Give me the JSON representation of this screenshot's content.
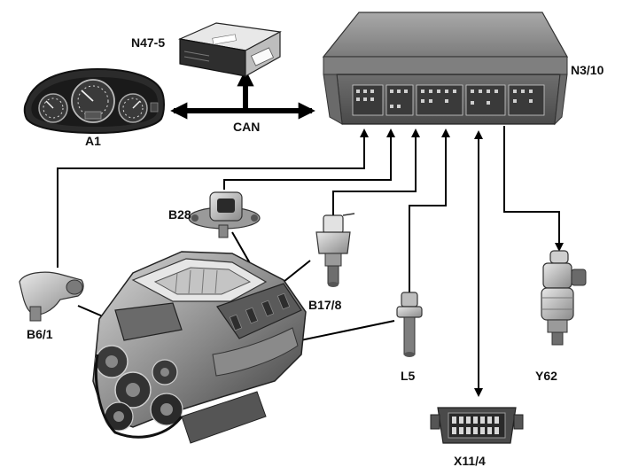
{
  "labels": {
    "a1": "A1",
    "n47_5": "N47-5",
    "n3_10": "N3/10",
    "can": "CAN",
    "b28": "B28",
    "b17_8": "B17/8",
    "b6_1": "B6/1",
    "l5": "L5",
    "y62": "Y62",
    "x11_4": "X11/4"
  },
  "icons": {
    "a1": "instrument-cluster-icon",
    "n47_5": "control-unit-module-icon",
    "n3_10": "engine-control-unit-icon",
    "b28": "pressure-sensor-icon",
    "b17_8": "temperature-sensor-icon",
    "b6_1": "camshaft-sensor-icon",
    "l5": "crankshaft-sensor-icon",
    "y62": "fuel-injector-icon",
    "x11_4": "diagnostic-connector-icon",
    "engine": "v-engine-icon"
  },
  "colors": {
    "line": "#000000",
    "ecu_body": "#8f8f8f",
    "module_body": "#cfcfcf"
  }
}
